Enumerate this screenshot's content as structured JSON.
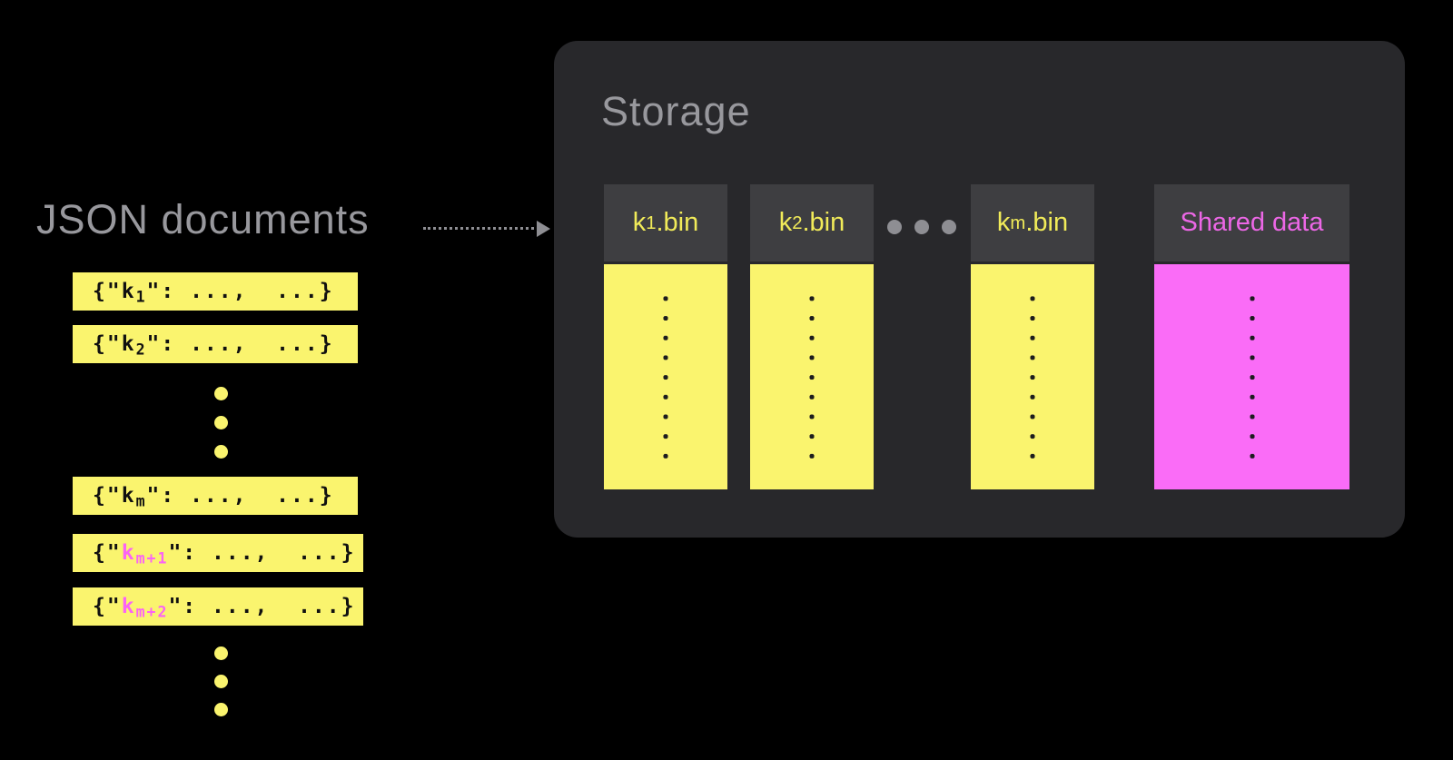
{
  "left": {
    "title": "JSON documents",
    "documents": [
      {
        "open": "{\"",
        "key": "k",
        "sub": "1",
        "close": "\": ...,  ...}",
        "highlighted": false
      },
      {
        "open": "{\"",
        "key": "k",
        "sub": "2",
        "close": "\": ...,  ...}",
        "highlighted": false
      },
      {
        "open": "{\"",
        "key": "k",
        "sub": "m",
        "close": "\": ...,  ...}",
        "highlighted": false
      },
      {
        "open": "{\"",
        "key": "k",
        "sub": "m+1",
        "close": "\": ...,  ...}",
        "highlighted": true
      },
      {
        "open": "{\"",
        "key": "k",
        "sub": "m+2",
        "close": "\": ...,  ...}",
        "highlighted": true
      }
    ]
  },
  "storage": {
    "title": "Storage",
    "bins": [
      {
        "key": "k",
        "sub": "1",
        "ext": ".bin"
      },
      {
        "key": "k",
        "sub": "2",
        "ext": ".bin"
      },
      {
        "key": "k",
        "sub": "m",
        "ext": ".bin"
      }
    ],
    "shared": {
      "label": "Shared data"
    }
  },
  "colors": {
    "background": "#000000",
    "panel_bg": "#28282b",
    "column_header_bg": "#3e3e41",
    "yellow": "#faf46e",
    "magenta": "#fa6cf7",
    "highlight_key_pink": "#fb63f5",
    "shared_label_pink": "#ec67e6",
    "header_yellow_text": "#f1eb59",
    "gray_label": "#98989d",
    "body_dot": "#1c1c1e",
    "ellipsis_gray_dot": "#8e8e93"
  }
}
